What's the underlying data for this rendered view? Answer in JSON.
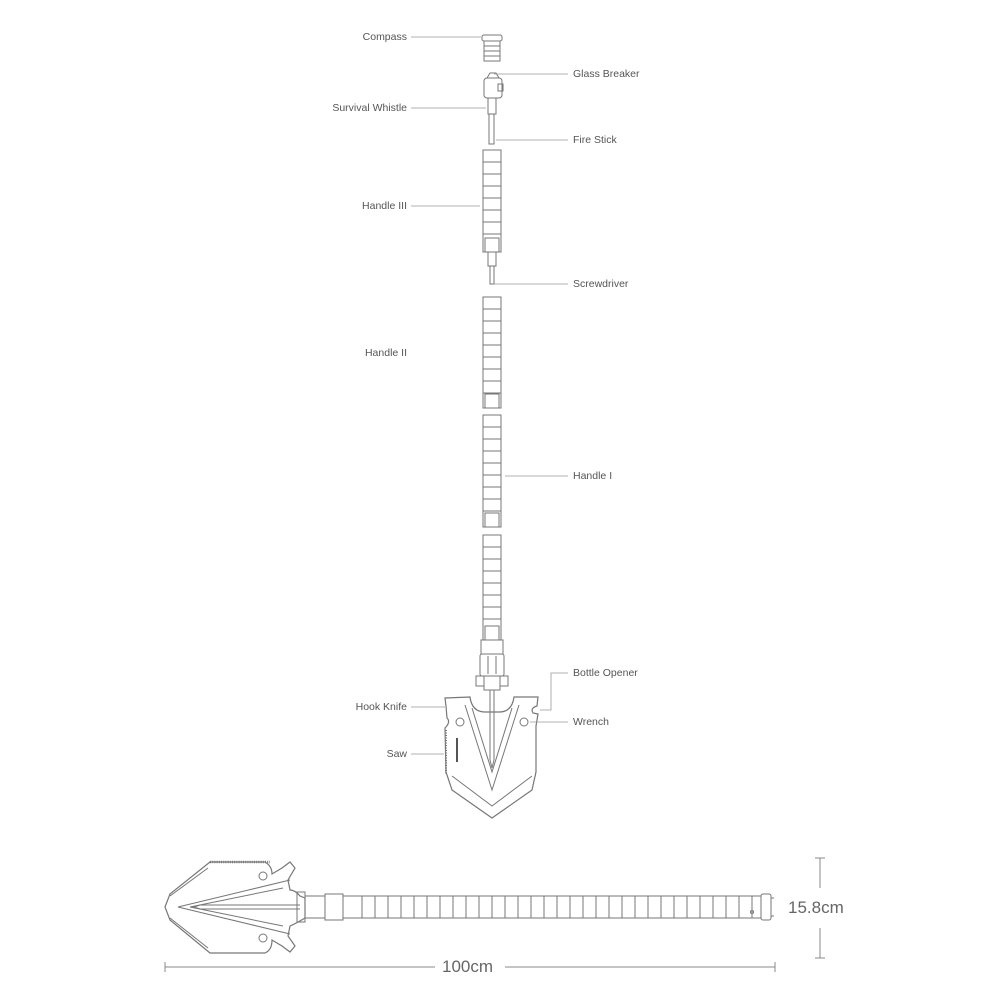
{
  "labels": {
    "compass": "Compass",
    "glass_breaker": "Glass Breaker",
    "survival_whistle": "Survival Whistle",
    "fire_stick": "Fire Stick",
    "handle_3": "Handle III",
    "screwdriver": "Screwdriver",
    "handle_2": "Handle II",
    "handle_1": "Handle I",
    "bottle_opener": "Bottle Opener",
    "hook_knife": "Hook Knife",
    "wrench": "Wrench",
    "saw": "Saw"
  },
  "dimensions": {
    "width": "15.8cm",
    "length": "100cm"
  },
  "colors": {
    "line": "#777777",
    "leader": "#999999",
    "text": "#555555"
  }
}
